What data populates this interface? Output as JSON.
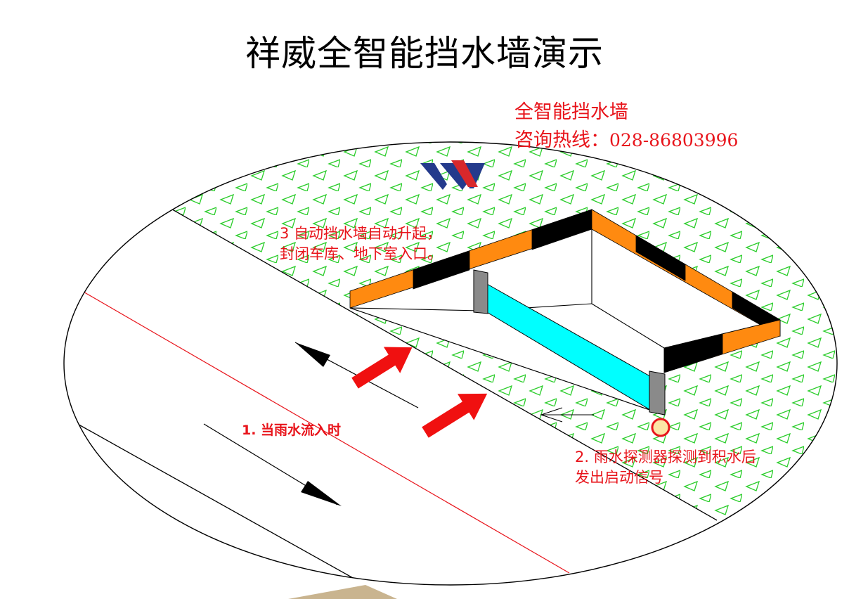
{
  "title": "祥威全智能挡水墙演示",
  "info": {
    "product": "全智能挡水墙",
    "hotline_label": "咨询热线：",
    "hotline_number": "028-86803996"
  },
  "steps": [
    {
      "text": "1. 当雨水流入时"
    },
    {
      "text": "2. 雨水探测器探测到积水后发出启动信号"
    },
    {
      "text": "3  自动挡水墙自动升起，封闭车库、地下室入口。"
    }
  ],
  "colors": {
    "text_red": "#e8141b",
    "arrow_red": "#f01010",
    "grass_pattern": "#2ccd2c",
    "barrier_orange": "#ff8a10",
    "barrier_black": "#000000",
    "water_wall": "#00ffff",
    "post_gray": "#8a8a8a",
    "sensor_fill": "#fce6a6",
    "logo_blue": "#243a8c",
    "logo_red": "#d8282c"
  },
  "icons": {
    "logo": "xiangwei-w-logo",
    "flow_arrows": "red-arrow-icon",
    "sensor": "sensor-circle-icon"
  }
}
